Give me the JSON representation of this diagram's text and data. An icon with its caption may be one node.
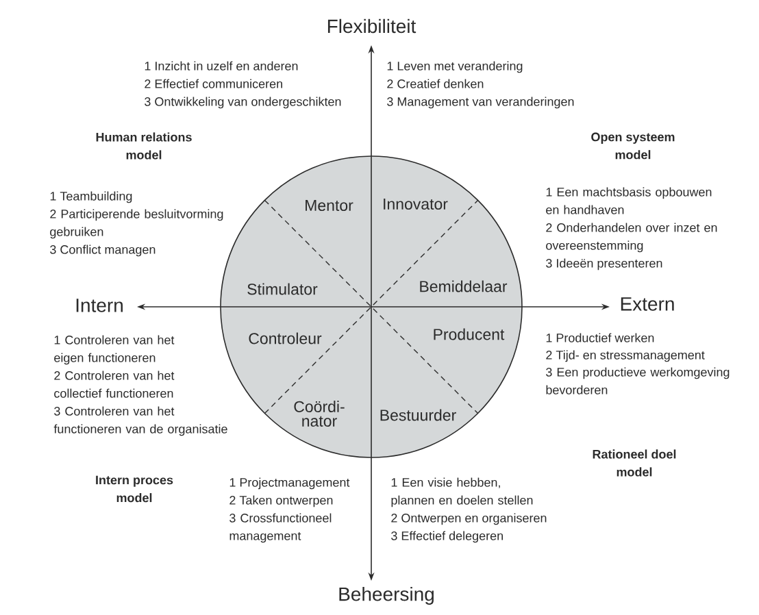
{
  "diagram": {
    "nodes": [
      {
        "text": [
          "Mentor",
          "Innovator",
          "Stimulator",
          "Bemiddelaar",
          "Controleur",
          "Producent",
          "Coördi- nator",
          "Bestuurder"
        ]
      }
    ],
    "labels": [
      "Flexibiliteit",
      "1 Inzicht in uzelf en anderen",
      "2 Effectief communiceren",
      "3 Ontwikkeling van ondergeschikten",
      "1 Leven met verandering",
      "2 Creatief denken",
      "3 Management van veranderingen",
      "Human relations model",
      "Open systeem model",
      "1 Teambuilding",
      "2 Participerende besluitvorming gebruiken",
      "3 Conflict managen",
      "1 Een machtsbasis opbouwen en handhaven",
      "2 Onderhandelen over inzet en overeenstemming",
      "3 Ideeën presenteren",
      "Intern",
      "Extern",
      "1 Controleren van het eigen functioneren",
      "2 Controleren van het collectief functioneren",
      "3 Controleren van het functioneren van de organisatie",
      "1 Productief werken",
      "2 Tijd- en stressmanagement",
      "3 Een productieve werkomgeving bevorderen",
      "Intern proces model",
      "Rationeel doel model",
      "1 Projectmanagement",
      "2 Taken ontwerpen",
      "3 Crossfunctioneel management",
      "1 Een visie hebben, plannen en doelen stellen",
      "2 Ontwerpen en organiseren",
      "3 Effectief delegeren",
      "Beheersing"
    ]
  }
}
